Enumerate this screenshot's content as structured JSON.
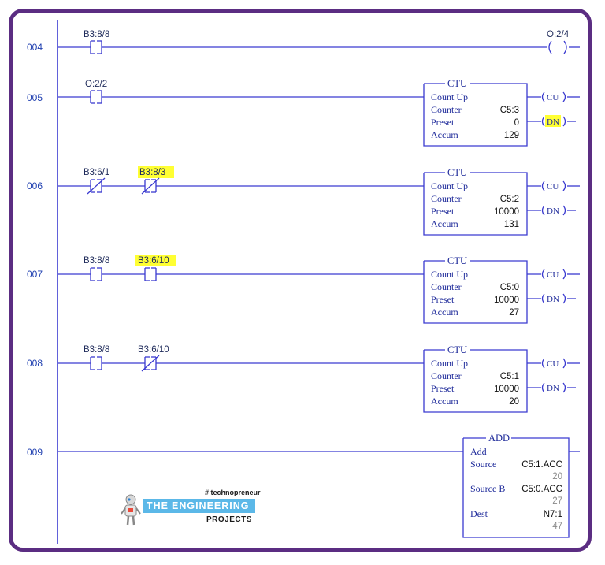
{
  "rungs": [
    {
      "num": "004"
    },
    {
      "num": "005"
    },
    {
      "num": "006"
    },
    {
      "num": "007"
    },
    {
      "num": "008"
    },
    {
      "num": "009"
    }
  ],
  "contacts": {
    "r004_c1": "B3:8/8",
    "r005_c1": "O:2/2",
    "r006_c1": "B3:6/1",
    "r006_c2": "B3:8/3",
    "r007_c1": "B3:8/8",
    "r007_c2": "B3:6/10",
    "r008_c1": "B3:8/8",
    "r008_c2": "B3:6/10"
  },
  "output_coil": "O:2/4",
  "ctu_blocks": [
    {
      "title": "CTU",
      "name": "Count Up",
      "counter_label": "Counter",
      "counter": "C5:3",
      "preset_label": "Preset",
      "preset": "0",
      "accum_label": "Accum",
      "accum": "129",
      "cu": "CU",
      "dn": "DN"
    },
    {
      "title": "CTU",
      "name": "Count Up",
      "counter_label": "Counter",
      "counter": "C5:2",
      "preset_label": "Preset",
      "preset": "10000",
      "accum_label": "Accum",
      "accum": "131",
      "cu": "CU",
      "dn": "DN"
    },
    {
      "title": "CTU",
      "name": "Count Up",
      "counter_label": "Counter",
      "counter": "C5:0",
      "preset_label": "Preset",
      "preset": "10000",
      "accum_label": "Accum",
      "accum": "27",
      "cu": "CU",
      "dn": "DN"
    },
    {
      "title": "CTU",
      "name": "Count Up",
      "counter_label": "Counter",
      "counter": "C5:1",
      "preset_label": "Preset",
      "preset": "10000",
      "accum_label": "Accum",
      "accum": "20",
      "cu": "CU",
      "dn": "DN"
    }
  ],
  "add_block": {
    "title": "ADD",
    "name": "Add",
    "source_label": "Source",
    "source": "C5:1.ACC",
    "source_val": "20",
    "source_b_label": "Source B",
    "source_b": "C5:0.ACC",
    "source_b_val": "27",
    "dest_label": "Dest",
    "dest": "N7:1",
    "dest_val": "47"
  },
  "logo": {
    "tag": "# technopreneur",
    "the": "THE",
    "engineering": "ENGINEERING",
    "projects": "PROJECTS"
  },
  "colors": {
    "frame": "#5b2d82",
    "rail": "#3a3ad0",
    "highlight": "#ffff33",
    "logo_bar": "#5bb8e8"
  }
}
